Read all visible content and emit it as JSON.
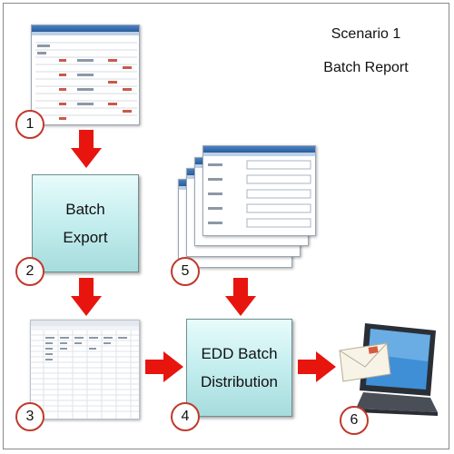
{
  "header": {
    "scenario": "Scenario 1",
    "report": "Batch Report"
  },
  "steps": [
    {
      "number": "1"
    },
    {
      "number": "2",
      "label_line1": "Batch",
      "label_line2": "Export"
    },
    {
      "number": "3"
    },
    {
      "number": "4",
      "label_line1": "EDD Batch",
      "label_line2": "Distribution"
    },
    {
      "number": "5"
    },
    {
      "number": "6"
    }
  ],
  "colors": {
    "arrow": "#e8150e",
    "box_fill": "#bfe9ea",
    "circle_border": "#c0392b",
    "screen_header": "#2f66a8"
  }
}
